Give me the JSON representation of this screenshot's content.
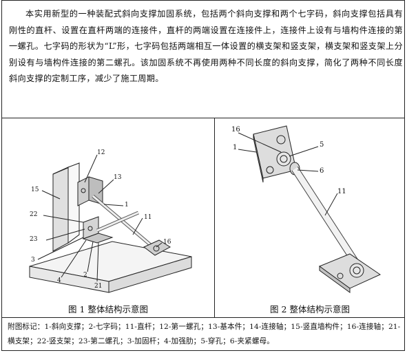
{
  "abstract_text": "本实用新型的一种装配式斜向支撑加固系统，包括两个斜向支撑和两个七字码，斜向支撑包括具有刚性的直杆、设置在直杆两端的连接件，直杆的两端设置在连接件上，连接件上设有与墙构件连接的第一螺孔。七字码的形状为“L”形，七字码包括两端相互一体设置的横支架和竖支架，横支架和竖支架上分别设有与墙构件连接的第二螺孔。该加固系统不再使用两种不同长度的斜向支撑，简化了两种不同长度斜向支撑的定制工序，减少了施工周期。",
  "figure1": {
    "caption": "图 1  整体结构示意图",
    "labels": [
      "12",
      "13",
      "15",
      "1",
      "22",
      "11",
      "23",
      "16",
      "3",
      "2",
      "4",
      "21"
    ]
  },
  "figure2": {
    "caption": "图 2  整体结构示意图",
    "labels": [
      "16",
      "1",
      "5",
      "6",
      "11"
    ]
  },
  "notes_text": "附图标记：1-斜向支撑；2-七字码；11-直杆；12-第一螺孔；13-基本件；14-连接轴；15-竖直墙构件；16-连接轴；21-横支架；22-竖支架；23-第二螺孔；3-加固杆；4-加强肋；5-穿孔；6-夹紧螺母。"
}
